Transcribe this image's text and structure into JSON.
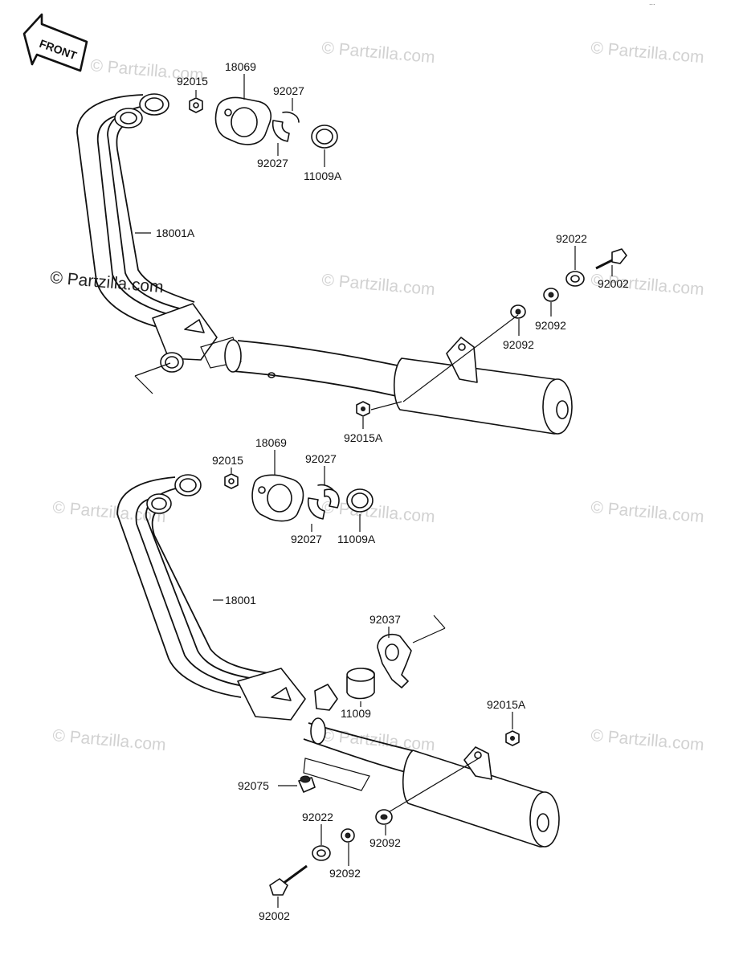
{
  "watermark": "© Partzilla.com",
  "watermark_dark": "© Partzilla.com",
  "corner_note": "...",
  "front_arrow_label": "FRONT",
  "upper_assembly": {
    "callouts": [
      {
        "id": "u-92015",
        "text": "92015"
      },
      {
        "id": "u-18069",
        "text": "18069"
      },
      {
        "id": "u-92027a",
        "text": "92027"
      },
      {
        "id": "u-92027b",
        "text": "92027"
      },
      {
        "id": "u-11009A",
        "text": "11009A"
      },
      {
        "id": "u-18001A",
        "text": "18001A"
      },
      {
        "id": "u-92022",
        "text": "92022"
      },
      {
        "id": "u-92002",
        "text": "92002"
      },
      {
        "id": "u-92092a",
        "text": "92092"
      },
      {
        "id": "u-92092b",
        "text": "92092"
      },
      {
        "id": "u-92015A",
        "text": "92015A"
      }
    ]
  },
  "lower_assembly": {
    "callouts": [
      {
        "id": "l-18069",
        "text": "18069"
      },
      {
        "id": "l-92015",
        "text": "92015"
      },
      {
        "id": "l-92027a",
        "text": "92027"
      },
      {
        "id": "l-92027b",
        "text": "92027"
      },
      {
        "id": "l-11009A",
        "text": "11009A"
      },
      {
        "id": "l-18001",
        "text": "18001"
      },
      {
        "id": "l-92037",
        "text": "92037"
      },
      {
        "id": "l-11009",
        "text": "11009"
      },
      {
        "id": "l-92015A",
        "text": "92015A"
      },
      {
        "id": "l-92075",
        "text": "92075"
      },
      {
        "id": "l-92022",
        "text": "92022"
      },
      {
        "id": "l-92092a",
        "text": "92092"
      },
      {
        "id": "l-92092b",
        "text": "92092"
      },
      {
        "id": "l-92002",
        "text": "92002"
      }
    ]
  }
}
